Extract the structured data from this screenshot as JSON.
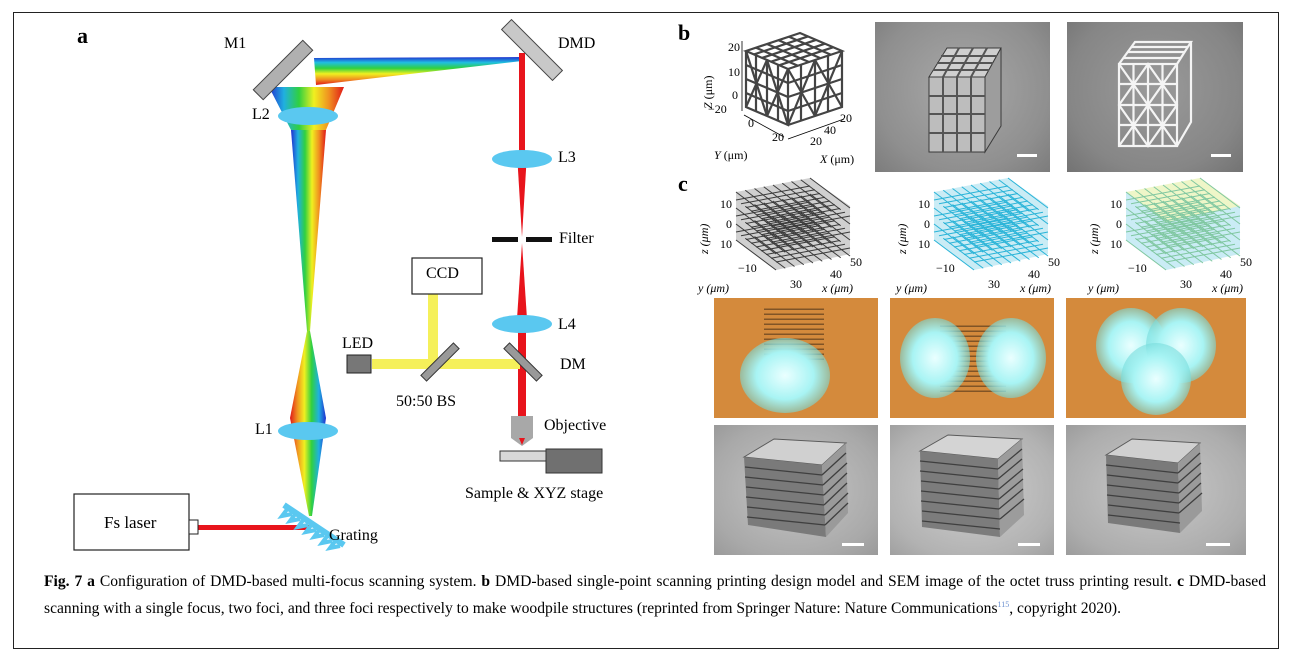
{
  "panels": {
    "a": "a",
    "b": "b",
    "c": "c"
  },
  "optics_labels": {
    "m1": "M1",
    "dmd": "DMD",
    "l2": "L2",
    "l3": "L3",
    "filter": "Filter",
    "ccd": "CCD",
    "l4": "L4",
    "led": "LED",
    "dm": "DM",
    "bs": "50:50 BS",
    "l1": "L1",
    "objective": "Objective",
    "stage": "Sample & XYZ stage",
    "laser": "Fs laser",
    "grating": "Grating"
  },
  "plot_b": {
    "z_label_var": "Z",
    "z_label_unit": " (μm)",
    "y_label_var": "Y",
    "y_label_unit": " (μm)",
    "x_label_var": "X",
    "x_label_unit": " (μm)",
    "z_ticks": [
      "20",
      "10",
      "0"
    ],
    "y_ticks": [
      "−20",
      "0",
      "20"
    ],
    "x_ticks": [
      "20",
      "40",
      "20"
    ]
  },
  "plot_c": {
    "z_label": "z (μm)",
    "y_label": "y (μm)",
    "x_label": "x (μm)",
    "z_ticks": [
      "10",
      "0",
      "10"
    ],
    "y_ticks": [
      "−10",
      "30"
    ],
    "x_ticks": [
      "40",
      "50"
    ]
  },
  "caption": {
    "fig_label": "Fig. 7",
    "a_letter": "a",
    "a_text": " Configuration of DMD-based multi-focus scanning system. ",
    "b_letter": "b",
    "b_text": " DMD-based single-point scanning printing design model and SEM image of the octet truss printing result. ",
    "c_letter": "c",
    "c_text": " DMD-based scanning with a single focus, two foci, and three foci respectively to make woodpile structures (reprinted from Springer Nature: Nature Communications",
    "ref": "115",
    "tail": ", copyright 2020)."
  },
  "colors": {
    "beam_red": "#e8141c",
    "beam_yellow": "#f5f05a",
    "lens_blue": "#5ac8f0",
    "background_orange": "#d48a3c",
    "glow_cyan": "#9ff0f0",
    "sem_gray": "#8a8a8a",
    "lattice_gray": "#444444",
    "lattice_cyan": "#2ab4d8",
    "lattice_yellow": "#c8e04a",
    "mirror_gray": "#c8c8c8"
  },
  "icons": [
    "mirror",
    "lens",
    "grating",
    "beam-splitter",
    "objective",
    "stage",
    "led-source",
    "laser-box"
  ]
}
